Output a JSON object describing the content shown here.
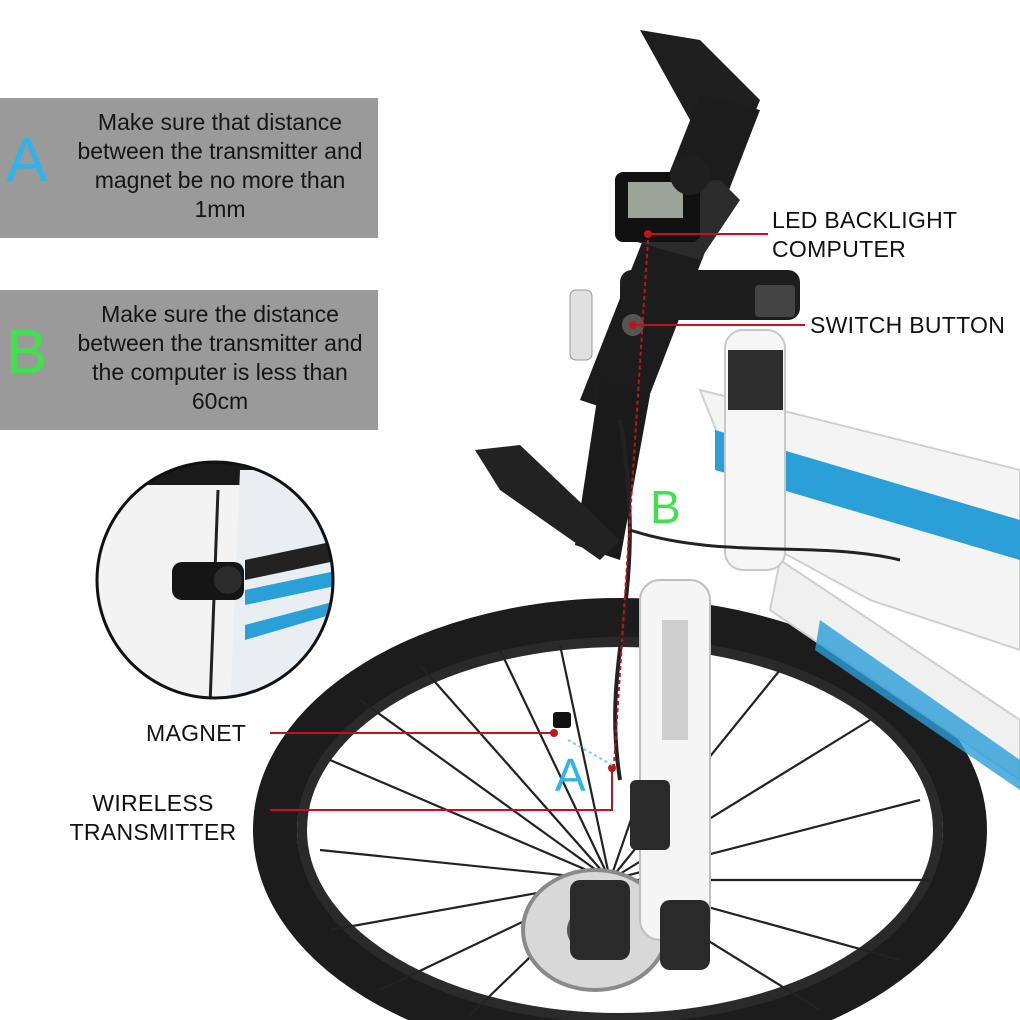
{
  "notes": {
    "a": {
      "letter": "A",
      "text": "Make sure that distance between the transmitter and magnet be no more than 1mm",
      "color": "#2fb3ea"
    },
    "b": {
      "letter": "B",
      "text": "Make sure the distance between the transmitter and the computer is less than 60cm",
      "color": "#3ee34a"
    }
  },
  "callouts": {
    "led_line1": "LED BACKLIGHT",
    "led_line2": "COMPUTER",
    "switch": "SWITCH BUTTON",
    "magnet": "MAGNET",
    "wireless_line1": "WIRELESS",
    "wireless_line2": "TRANSMITTER"
  },
  "markers": {
    "a": "A",
    "b": "B"
  },
  "colors": {
    "panel": "#9a9a9a",
    "callout_line": "#c0141a",
    "frame": "#ffffff",
    "frame_stripe": "#2a9fd8",
    "tire": "#1c1c1c"
  }
}
